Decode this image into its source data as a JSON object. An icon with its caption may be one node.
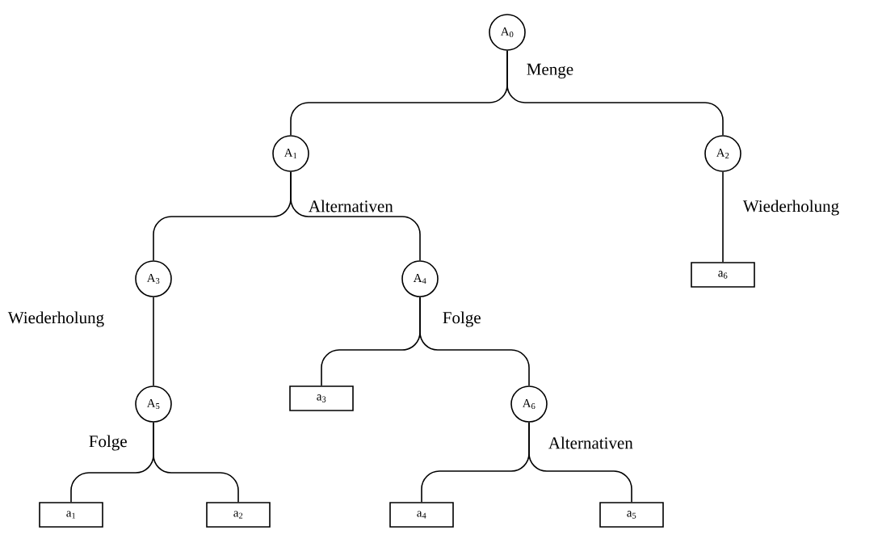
{
  "diagram": {
    "nodes": [
      {
        "text": [
          "A$_{0}$"
        ],
        "beside": [
          "Menge"
        ]
      },
      {
        "text": [
          "A$_{1}$"
        ],
        "beside": [
          "Alternativen"
        ]
      },
      {
        "text": [
          "A$_{2}$"
        ],
        "beside": [
          "Wiederholung"
        ]
      },
      {
        "text": [
          "A$_{3}$"
        ],
        "beside": [
          "Wiederholung"
        ]
      },
      {
        "text": [
          "A$_{4}$"
        ],
        "beside": [
          "Folge"
        ]
      },
      {
        "text": [
          "a$_{6}$"
        ]
      },
      {
        "text": [
          "A$_{5}$"
        ],
        "beside": [
          "Folge"
        ]
      },
      {
        "text": [
          "a$_{3}$"
        ]
      },
      {
        "text": [
          "A$_{6}$"
        ],
        "beside": [
          "Alternativen"
        ]
      },
      {
        "text": [
          "a$_{1}$"
        ]
      },
      {
        "text": [
          "a$_{2}$"
        ]
      },
      {
        "text": [
          "a$_{4}$"
        ]
      },
      {
        "text": [
          "a$_{5}$"
        ]
      }
    ],
    "edges": [
      {
        "from": 0,
        "to": 1,
        "arrow": "none"
      },
      {
        "from": 0,
        "to": 2,
        "arrow": "none"
      },
      {
        "from": 1,
        "to": 3,
        "arrow": "none"
      },
      {
        "from": 1,
        "to": 4,
        "arrow": "none"
      },
      {
        "from": 2,
        "to": 5,
        "arrow": "none"
      },
      {
        "from": 3,
        "to": 6,
        "arrow": "none"
      },
      {
        "from": 4,
        "to": 7,
        "arrow": "none"
      },
      {
        "from": 4,
        "to": 8,
        "arrow": "none"
      },
      {
        "from": 6,
        "to": 9,
        "arrow": "none"
      },
      {
        "from": 6,
        "to": 10,
        "arrow": "none"
      },
      {
        "from": 8,
        "to": 11,
        "arrow": "none"
      },
      {
        "from": 8,
        "to": 12,
        "arrow": "none"
      }
    ]
  }
}
